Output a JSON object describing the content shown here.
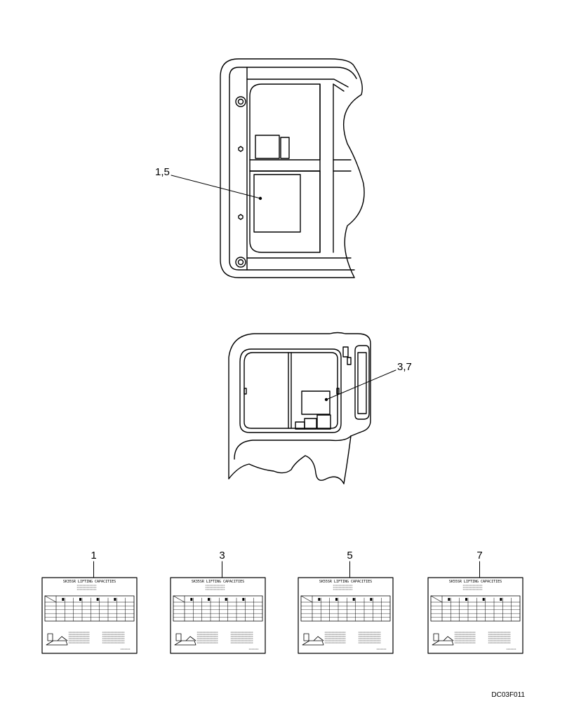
{
  "callouts": {
    "top_view": "1,5",
    "side_view": "3,7"
  },
  "decals": [
    {
      "number": "1",
      "title": "SK35SR  LIFTING  CAPACITIES"
    },
    {
      "number": "3",
      "title": "SK35SR  LIFTING  CAPACITIES"
    },
    {
      "number": "5",
      "title": "SK55SR  LIFTING  CAPACITIES"
    },
    {
      "number": "7",
      "title": "SK55SR  LIFTING  CAPACITIES"
    }
  ],
  "drawing_code": "DC03F011"
}
